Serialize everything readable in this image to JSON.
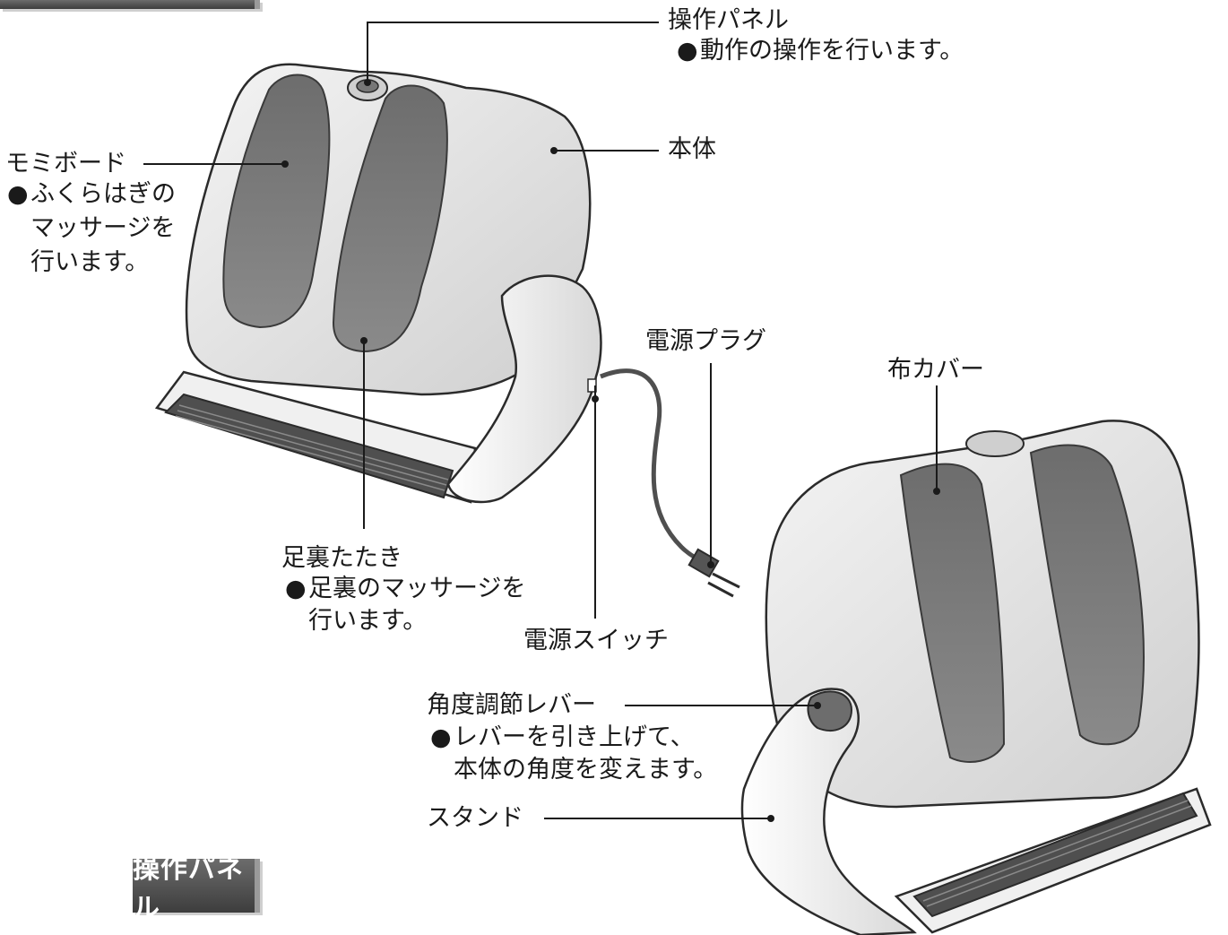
{
  "labels": {
    "operation_panel": {
      "title": "操作パネル",
      "desc": "動作の操作を行います。"
    },
    "body": {
      "title": "本体"
    },
    "momi_board": {
      "title": "モミボード",
      "desc_lines": [
        "ふくらはぎの",
        "マッサージを",
        "行います。"
      ]
    },
    "power_plug": {
      "title": "電源プラグ"
    },
    "cloth_cover": {
      "title": "布カバー"
    },
    "sole_tapping": {
      "title": "足裏たたき",
      "desc_lines": [
        "足裏のマッサージを",
        "行います。"
      ]
    },
    "power_switch": {
      "title": "電源スイッチ"
    },
    "angle_lever": {
      "title": "角度調節レバー",
      "desc_lines": [
        "レバーを引き上げて、",
        "本体の角度を変えます。"
      ]
    },
    "stand": {
      "title": "スタンド"
    }
  },
  "bullet": "●",
  "section_tab": {
    "title": "操作パネル"
  },
  "colors": {
    "shell": "#e6e6e6",
    "shell_shade": "#c9c9c9",
    "pad": "#7a7a7a",
    "pad_dark": "#5a5a5a",
    "outline": "#2b2b2b",
    "tab": "#4a4a4a"
  }
}
